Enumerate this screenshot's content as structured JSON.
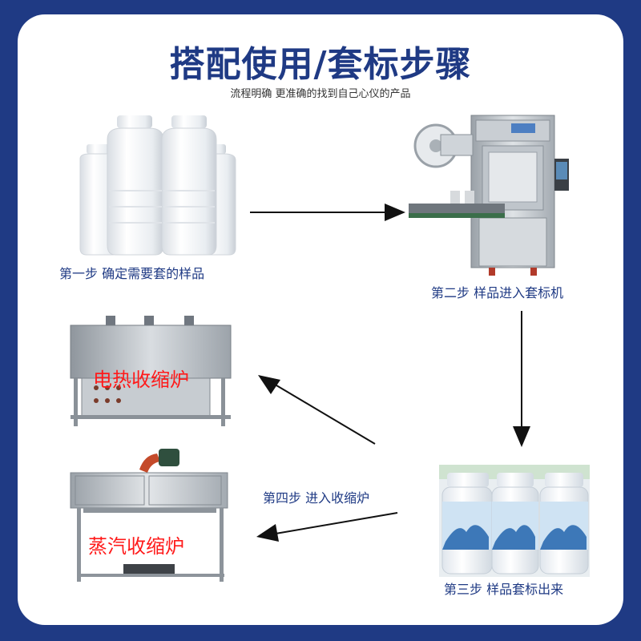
{
  "header": {
    "title": "搭配使用/套标步骤",
    "subtitle": "流程明确 更准确的找到自己心仪的产品"
  },
  "steps": [
    {
      "caption": "第一步 确定需要套的样品"
    },
    {
      "caption": "第二步 样品进入套标机"
    },
    {
      "caption": "第三步 样品套标出来"
    },
    {
      "caption": "第四步 进入收缩炉"
    }
  ],
  "machines": {
    "electric_label": "电热收缩炉",
    "steam_label": "蒸汽收缩炉"
  },
  "colors": {
    "brand": "#1f3a84",
    "label_red": "#ff1a1a",
    "background": "#ffffff"
  }
}
